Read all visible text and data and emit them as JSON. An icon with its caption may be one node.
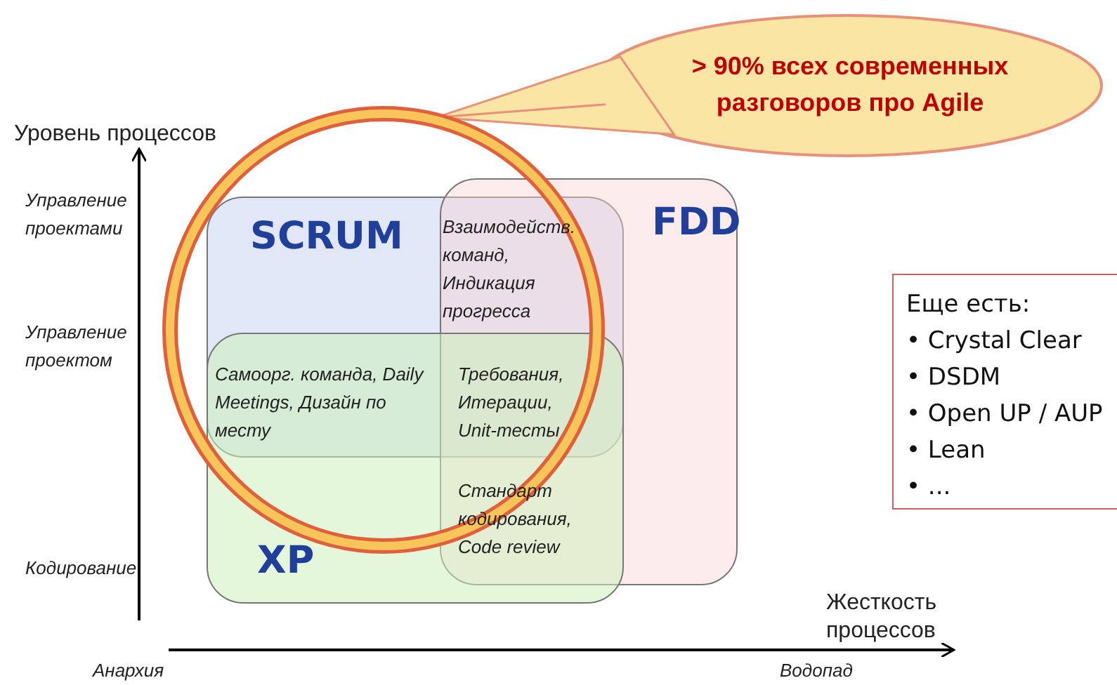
{
  "diagram": {
    "nodes": [
      {
        "text": [
          "SCRUM"
        ]
      },
      {
        "text": [
          "FDD"
        ]
      },
      {
        "text": [
          "XP"
        ]
      },
      {
        "text": [],
        "shape": "circle"
      },
      {
        "text": [
          "> 90% всех современных разговоров про Agile"
        ]
      },
      {
        "text": [
          "Еще есть:",
          "• Crystal Clear",
          "• DSDM",
          "• Open UP / AUP",
          "• Lean",
          "• ..."
        ]
      }
    ],
    "edges": [
      {
        "from": 4,
        "to": 3,
        "arrow": "none"
      }
    ],
    "labels": [
      "Уровень процессов",
      "Управление проектами",
      "Управление проектом",
      "Кодирование",
      "Взаимодейств. команд, Индикация прогресса",
      "Самоорг. команда, Daily Meetings, Дизайн по месту",
      "Требования, Итерации, Unit-тесты",
      "Стандарт кодирования, Code review",
      "Жесткость процессов",
      "Анархия",
      "Водопад"
    ]
  }
}
